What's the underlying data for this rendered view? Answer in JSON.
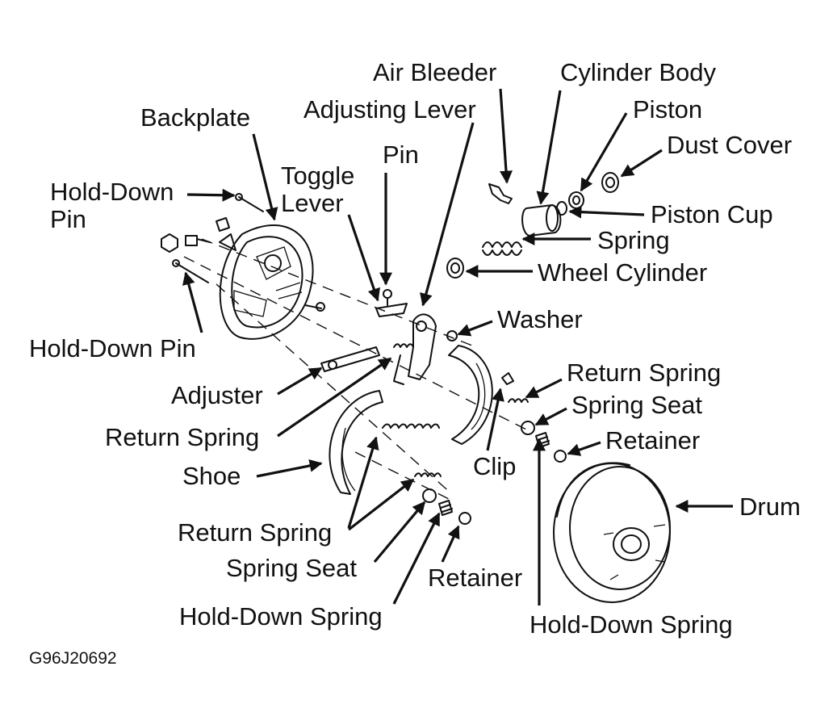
{
  "labels": {
    "backplate": "Backplate",
    "hold_down_pin_top": "Hold-Down Pin",
    "hold_down_pin_bottom": "Hold-Down Pin",
    "adjusting_lever": "Adjusting Lever",
    "pin": "Pin",
    "toggle_lever": "Toggle Lever",
    "air_bleeder": "Air Bleeder",
    "cylinder_body": "Cylinder Body",
    "piston": "Piston",
    "dust_cover": "Dust Cover",
    "piston_cup": "Piston Cup",
    "spring": "Spring",
    "wheel_cylinder": "Wheel Cylinder",
    "washer": "Washer",
    "return_spring_right": "Return Spring",
    "spring_seat_right": "Spring Seat",
    "retainer_right": "Retainer",
    "adjuster": "Adjuster",
    "return_spring_mid": "Return Spring",
    "shoe": "Shoe",
    "clip": "Clip",
    "drum": "Drum",
    "return_spring_bottom": "Return Spring",
    "spring_seat_bottom": "Spring Seat",
    "retainer_bottom": "Retainer",
    "hold_down_spring_bottom": "Hold-Down Spring",
    "hold_down_spring_right": "Hold-Down Spring"
  },
  "figure_code": "G96J20692",
  "colors": {
    "ink": "#111111",
    "background": "#ffffff"
  }
}
